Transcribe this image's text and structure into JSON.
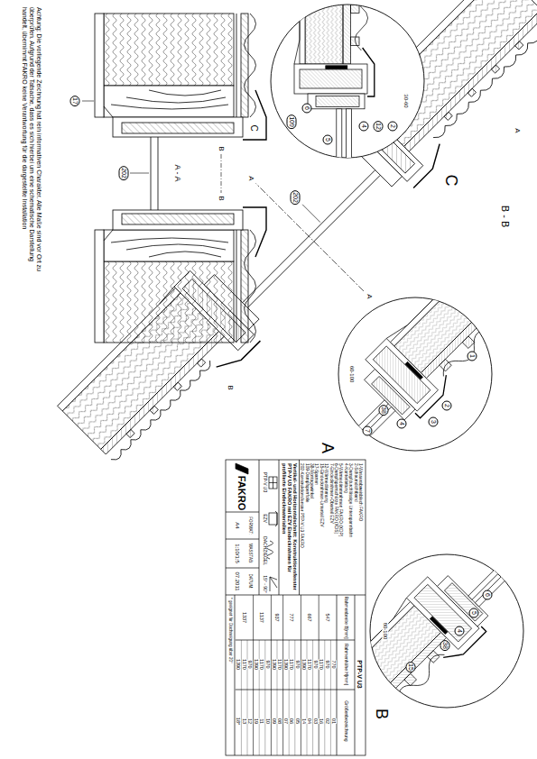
{
  "diagram": {
    "title": "Vertikal- und Horizontalschnitt: Konstruktionsfenster PTP-V U3 FAKRO mit EZV Eindeckrahmen für profilierte Eindeckmaterialien",
    "labels": [
      "Achtung: Die vorliegende Zeichnung hat rein informativen Charakter. Alle Maße sind vor Ort zu überprüfen. Aufgrund der Tatsache, dass es sich hierbei um eine schematische Darstellung handelt, übernimmt FAKRO keine Verantwortung für die dargestellte Installation",
      "17",
      "A - A",
      "B",
      "B",
      "C",
      "202",
      "B - B",
      "202",
      "A",
      "A",
      "A",
      "C",
      "30-60",
      "2",
      "12",
      "4",
      "5",
      "6",
      "109",
      "1",
      "2",
      "3",
      "4",
      "38",
      "7",
      "60-100",
      "A",
      "6",
      "5",
      "4",
      "38",
      "15",
      "80-100",
      "B",
      "B",
      "FAKRO",
      "FORMAT:",
      "A4",
      "MASSTAB:",
      "1:10/1:5",
      "DATUM:",
      "07.2011",
      "PTP-V U3",
      "EZV",
      "DACHZIEGEL",
      "15° - 90°",
      "1-Wasserabweisblech FAKRO",
      "2-Schaumdichtband",
      "3-Dampfdurchlässige Unterspannbahn",
      "4-Konterlattung",
      "5-Wärmedämmrahmen FAKRO (XDP)",
      "6-Dampfsperrschürze FAKRO (XDS)",
      "7-Eindeckrahmen-Oberteil EZV",
      "12-Wärmedämmung",
      "15-Eindeckrahmen-Unterteil EZV",
      "17-Sparren",
      "38-Montagewinkel",
      "109-Dampfsperrfolie",
      "202-Konstruktionsfenster PTP-V U3 FAKRO",
      "PTP-V U3",
      "Rahmenbreite B[mm]",
      "Rahmenhöhe H[mm]",
      "Größenbezeichnung",
      "547",
      "770",
      "01",
      "970",
      "02",
      "1170",
      "16",
      "667",
      "970",
      "03",
      "1170",
      "04",
      "1390",
      "14",
      "777",
      "970",
      "05",
      "1170",
      "06",
      "1390",
      "07",
      "937",
      "1170",
      "08",
      "1390",
      "09",
      "1137",
      "970",
      "10",
      "1170",
      "11",
      "1390",
      "19",
      "1337",
      "970",
      "12",
      "1170",
      "13",
      "1390",
      "18*",
      "* geeignet für Dachneigung über 20°"
    ]
  }
}
